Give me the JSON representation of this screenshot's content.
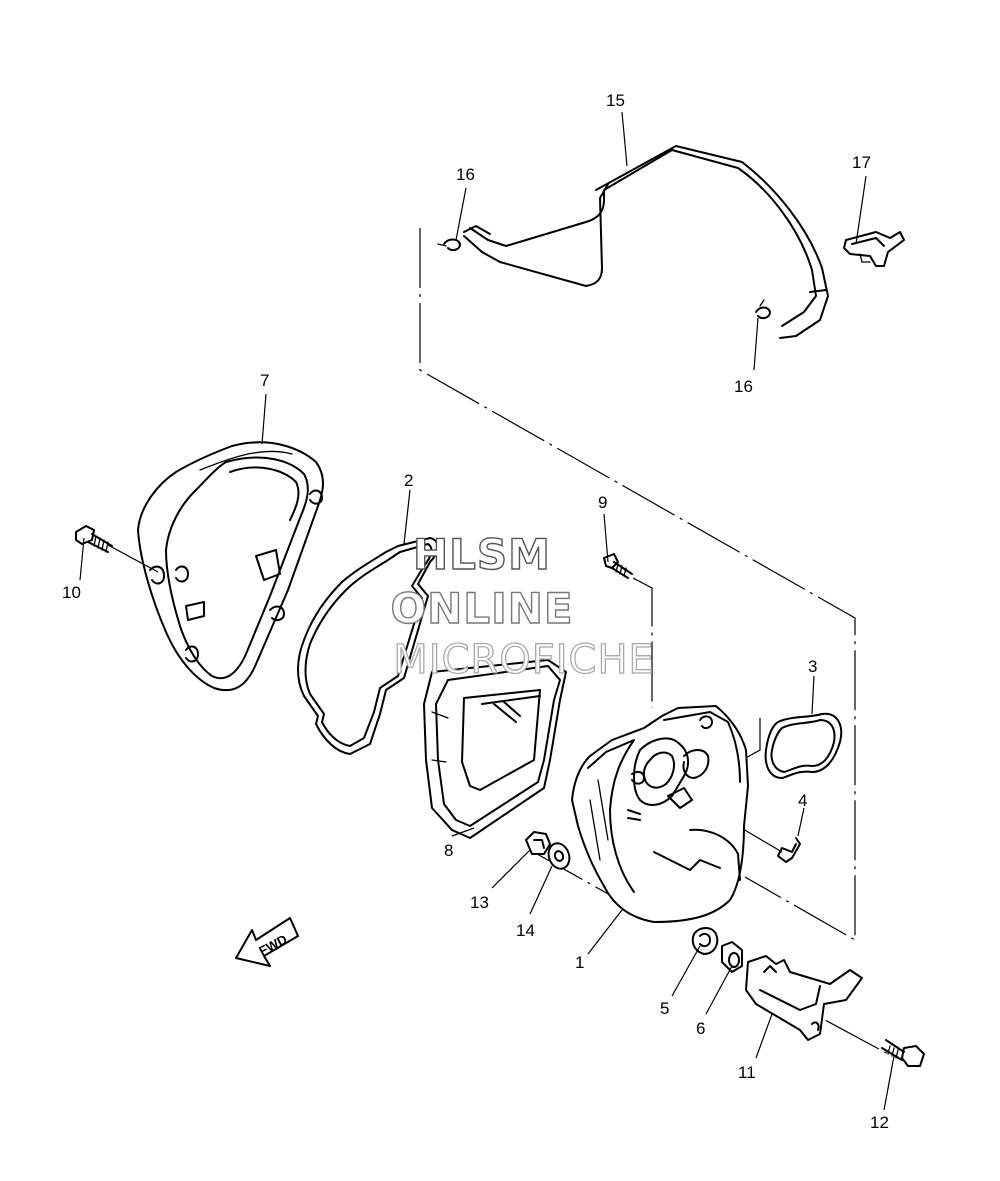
{
  "callouts": {
    "c1": "1",
    "c2": "2",
    "c3": "3",
    "c4": "4",
    "c5": "5",
    "c6": "6",
    "c7": "7",
    "c8": "8",
    "c9": "9",
    "c10": "10",
    "c11": "11",
    "c12": "12",
    "c13": "13",
    "c14": "14",
    "c15": "15",
    "c16a": "16",
    "c16b": "16",
    "c17": "17"
  },
  "fwd_arrow": {
    "label": "FWD"
  },
  "watermark": {
    "line1": "HLSM",
    "line2": "ONLINE",
    "line3": "MICROFICHE"
  }
}
